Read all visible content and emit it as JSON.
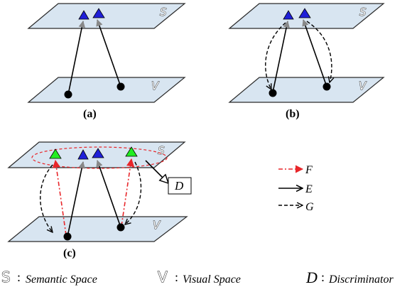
{
  "spaces": {
    "semantic_letter": "S",
    "visual_letter": "V"
  },
  "panels": {
    "a": "(a)",
    "b": "(b)",
    "c": "(c)"
  },
  "discriminator_box": "D",
  "legend": {
    "f": "F",
    "e": "E",
    "g": "G"
  },
  "key": {
    "semantic_symbol": "S",
    "semantic_text": "Semantic Space",
    "visual_symbol": "V",
    "visual_text": "Visual Space",
    "discriminator_symbol": "D",
    "discriminator_text": "Discriminator",
    "separator": ":"
  },
  "colors": {
    "plane": "#d8e5f1",
    "blue_node": "#1f1fd8",
    "green_node": "#22ee22",
    "f_arrow": "#e8262a"
  }
}
